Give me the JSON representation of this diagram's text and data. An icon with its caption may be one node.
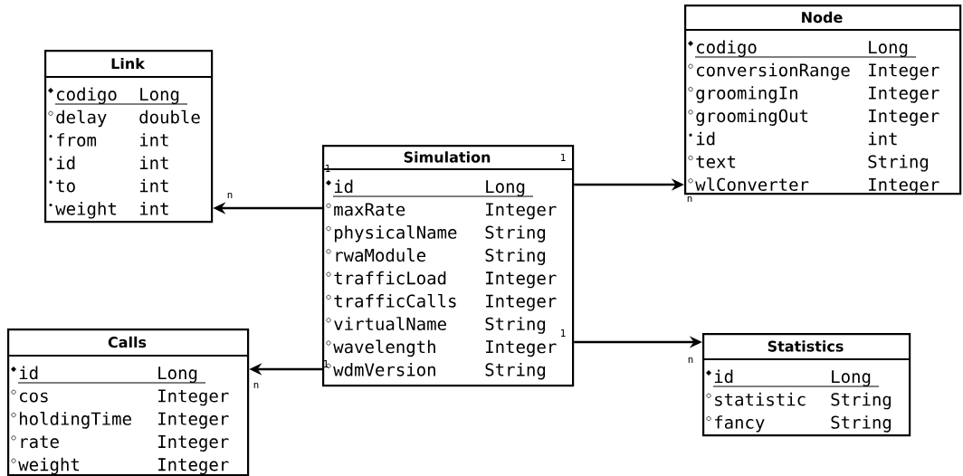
{
  "diagram": {
    "nodes": [
      {
        "text": [
          "Link",
          "codigo",
          "Long",
          "delay",
          "double",
          "from",
          "int",
          "id",
          "int",
          "to",
          "int",
          "weight",
          "int"
        ]
      },
      {
        "text": [
          "Node",
          "codigo",
          "Long",
          "conversionRange",
          "Integer",
          "groomingIn",
          "Integer",
          "groomingOut",
          "Integer",
          "id",
          "int",
          "text",
          "String",
          "wlConverter",
          "Integer"
        ]
      },
      {
        "text": [
          "Simulation",
          "id",
          "Long",
          "maxRate",
          "Integer",
          "physicalName",
          "String",
          "rwaModule",
          "String",
          "trafficLoad",
          "Integer",
          "trafficCalls",
          "Integer",
          "virtualName",
          "String",
          "wavelength",
          "Integer",
          "wdmVersion",
          "String"
        ]
      },
      {
        "text": [
          "Calls",
          "id",
          "Long",
          "cos",
          "Integer",
          "holdingTime",
          "Integer",
          "rate",
          "Integer",
          "weight",
          "Integer"
        ]
      },
      {
        "text": [
          "Statistics",
          "id",
          "Long",
          "statistic",
          "String",
          "fancy",
          "String"
        ]
      }
    ],
    "edges": [
      {
        "from": 2,
        "to": 0,
        "arrow": "to"
      },
      {
        "from": 2,
        "to": 1,
        "arrow": "to"
      },
      {
        "from": 2,
        "to": 3,
        "arrow": "to"
      },
      {
        "from": 2,
        "to": 4,
        "arrow": "to"
      }
    ],
    "labels": [
      "1",
      "1",
      "n",
      "n",
      "1",
      "n",
      "1",
      "n"
    ]
  }
}
